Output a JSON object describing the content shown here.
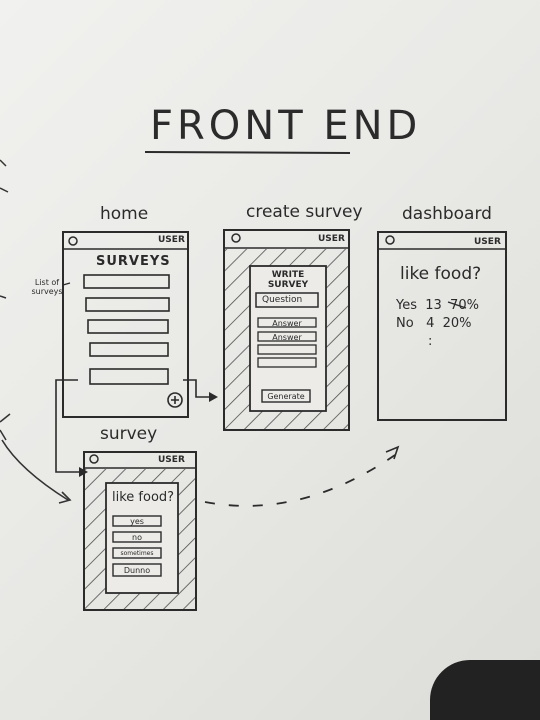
{
  "page": {
    "title": "FRONT END"
  },
  "screens": {
    "home": {
      "label": "home",
      "user": "USER",
      "heading": "SURVEYS",
      "note": "List of surveys"
    },
    "create": {
      "label": "create survey",
      "user": "USER",
      "heading": "WRITE SURVEY",
      "question": "Question",
      "answer1": "Answer",
      "answer2": "Answer",
      "generate": "Generate"
    },
    "dashboard": {
      "label": "dashboard",
      "user": "USER",
      "question": "like food?",
      "row1": "Yes  13  70%",
      "row2": "No   4  20%",
      "ellipsis": ":"
    },
    "survey": {
      "label": "survey",
      "user": "USER",
      "question": "like food?",
      "options": [
        "yes",
        "no",
        "sometimes",
        "Dunno"
      ]
    }
  },
  "colors": {
    "ink": "#2b2b2b",
    "board": "#ececea"
  }
}
